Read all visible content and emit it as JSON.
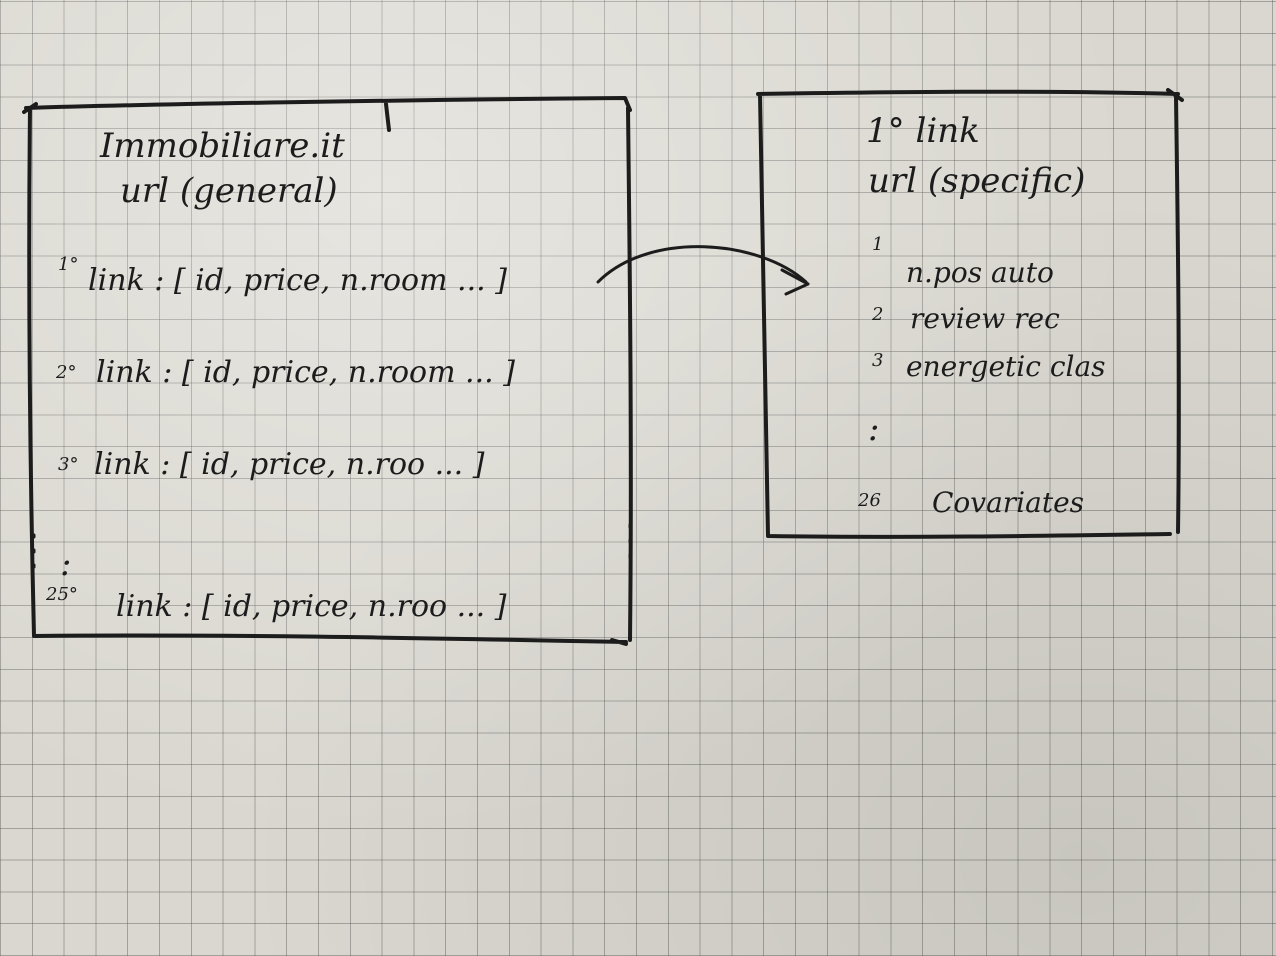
{
  "left_box": {
    "title": "Immobiliare.it",
    "subtitle": "url (general)",
    "rows": [
      {
        "num": "1°",
        "text": "link : [ id, price, n.room ... ]"
      },
      {
        "num": "2°",
        "text": "link : [ id, price, n.room ... ]"
      },
      {
        "num": "3°",
        "text": "link : [ id, price, n.roo ... ]"
      },
      {
        "num": "25°",
        "text": "link : [ id, price, n.roo ... ]"
      }
    ],
    "ellipsis": ":"
  },
  "right_box": {
    "title": "1° link",
    "subtitle": "url (specific)",
    "items": [
      {
        "num": "1",
        "text": "n.pos auto"
      },
      {
        "num": "2",
        "text": "review rec"
      },
      {
        "num": "3",
        "text": "energetic clas"
      },
      {
        "num": "26",
        "text": "Covariates"
      }
    ],
    "ellipsis": ":"
  },
  "arrow": {
    "from": "left_box.rows.0",
    "to": "right_box"
  }
}
